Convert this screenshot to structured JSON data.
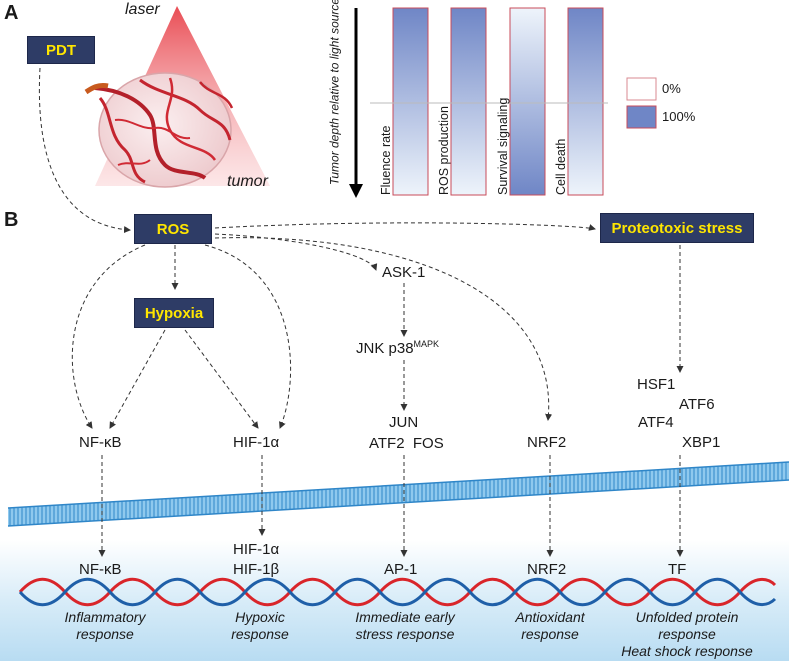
{
  "panels": {
    "a": "A",
    "b": "B"
  },
  "panel_a": {
    "pdt_label": "PDT",
    "laser_label": "laser",
    "tumor_label": "tumor",
    "axis_label": "Tumor depth relative to light source",
    "bars": [
      {
        "label": "Fluence rate",
        "top_color": "#6f86c6",
        "bottom_color": "#eef4fb"
      },
      {
        "label": "ROS production",
        "top_color": "#6f86c6",
        "bottom_color": "#eef4fb"
      },
      {
        "label": "Survival signaling",
        "top_color": "#eef4fb",
        "bottom_color": "#6f86c6"
      },
      {
        "label": "Cell death",
        "top_color": "#6f86c6",
        "bottom_color": "#eef4fb"
      }
    ],
    "legend": [
      {
        "label": "0%",
        "color": "#ffffff"
      },
      {
        "label": "100%",
        "color": "#6f86c6"
      }
    ]
  },
  "panel_b": {
    "ros_label": "ROS",
    "hypoxia_label": "Hypoxia",
    "proteotoxic_label": "Proteotoxic stress",
    "ask1": "ASK-1",
    "jnk": "JNK p38",
    "jnk_sup": "MAPK",
    "jun": "JUN",
    "atf2_fos": "ATF2  FOS",
    "nfkb": "NF-κB",
    "hif1a": "HIF-1α",
    "nrf2": "NRF2",
    "hsf1": "HSF1",
    "atf6": "ATF6",
    "atf4": "ATF4",
    "xbp1": "XBP1",
    "nuclear": {
      "nfkb": "NF-κB",
      "hif1a": "HIF-1α",
      "hif1b": "HIF-1β",
      "ap1": "AP-1",
      "nrf2": "NRF2",
      "tf": "TF"
    },
    "responses": {
      "inflammatory": [
        "Inflammatory",
        "response"
      ],
      "hypoxic": [
        "Hypoxic",
        "response"
      ],
      "immediate": [
        "Immediate early",
        "stress response"
      ],
      "antioxidant": [
        "Antioxidant",
        "response"
      ],
      "unfolded": [
        "Unfolded protein",
        "response",
        "Heat shock response"
      ]
    }
  },
  "colors": {
    "box_bg": "#2e3c66",
    "box_text": "#ffe600",
    "membrane": "#4aa3dc",
    "nucleus": "#cfe7f6",
    "dna_red": "#d9252a",
    "dna_blue": "#1f5fa8"
  }
}
